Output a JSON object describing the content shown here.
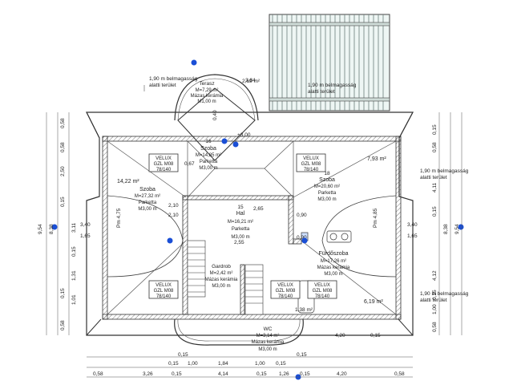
{
  "notes": {
    "top_left": [
      "1,90 m belmagasság",
      "alatti terület"
    ],
    "top_right": [
      "1,90 m belmagasság",
      "alatti terület"
    ],
    "right_mid": [
      "1,90 m belmagasság",
      "alatti terület"
    ],
    "right_low": [
      "1,90 m belmagasság",
      "alatti terület"
    ]
  },
  "rooms": {
    "terrace": {
      "name": "Terasz",
      "area": "M=7,29 m²",
      "finish": "Mázas kerámia",
      "height": "M1,00 m"
    },
    "room_16": {
      "num": "16",
      "name": "Szoba",
      "area": "M=14,85 m²",
      "finish": "Parketta",
      "height": "M3,00 m"
    },
    "room_left": {
      "name": "Szoba",
      "area": "M=27,32 m²",
      "finish": "Parketta",
      "height": "M3,00 m"
    },
    "room_right": {
      "num": "18",
      "name": "Szoba",
      "area": "M=20,60 m²",
      "finish": "Parketta",
      "height": "M3,00 m"
    },
    "hall": {
      "num": "15",
      "name": "Hal",
      "area": "M=16,21 m²",
      "finish": "Parketta",
      "height": "M3,00 m"
    },
    "bath": {
      "name": "Fürdőszoba",
      "area": "M=17,26 m²",
      "finish": "Mázas kerámia",
      "height": "M3,00 m"
    },
    "wardrobe": {
      "name": "Gardrob",
      "area": "M=2,42 m²",
      "finish": "Mázas kerámia",
      "height": "M3,00 m"
    },
    "wc": {
      "name": "WC",
      "area": "M=3,14 m²",
      "finish": "Mázas kerámia",
      "height": "M3,00 m"
    }
  },
  "area_tags": {
    "left": "14,22 m²",
    "right": "7,93 m²",
    "bottom_right": "6,19 m²",
    "bath_small": "1,38 m²",
    "top_mid": "2,69 m²"
  },
  "windows": [
    {
      "l1": "VELUX",
      "l2": "GZL M08",
      "l3": "78/140"
    },
    {
      "l1": "VELUX",
      "l2": "GZL M08",
      "l3": "78/140"
    },
    {
      "l1": "VELUX",
      "l2": "GZL M08",
      "l3": "78/140"
    },
    {
      "l1": "VELUX",
      "l2": "GZL M08",
      "l3": "78/140"
    },
    {
      "l1": "VELUX",
      "l2": "GZL M08",
      "l3": "78/140"
    }
  ],
  "labels": {
    "pm_left": "Pm 4,75",
    "pm_right": "Pm 4,85",
    "lvl_plus": "+3,00",
    "lvl_top": "3,84",
    "dim_340_l": "3,40",
    "dim_165_l": "1,65",
    "dim_340_r": "3,40",
    "dim_165_r": "1,65",
    "dim_255": "2,55",
    "dim_210a": "2,10",
    "dim_210b": "2,10",
    "dim_090a": "0,90",
    "dim_090b": "0,90",
    "dim_067": "0,67",
    "dim_040": "0,40",
    "dim_265": "2,65"
  },
  "left_dims": [
    "0,58",
    "0,58",
    "2,50",
    "0,15",
    "3,11",
    "0,15",
    "1,31",
    "1,01",
    "0,15",
    "0,58"
  ],
  "left_totals": [
    "9,54",
    "8,38"
  ],
  "right_dims": [
    "0,58",
    "0,15",
    "4,11",
    "0,15",
    "4,12",
    "0,15",
    "1,00",
    "0,58"
  ],
  "right_totals": [
    "9,54",
    "8,38"
  ],
  "bottom_dims": [
    "0,58",
    "3,26",
    "0,15",
    "4,14",
    "0,15",
    "1,26",
    "0,15",
    "4,20",
    "0,58"
  ],
  "bottom_row2": [
    "0,15",
    "1,00",
    "1,84",
    "1,00",
    "0,15"
  ],
  "bottom_row3": [
    "4,20",
    "0,15"
  ],
  "bottom_row1": [
    "0,15",
    "0,15"
  ]
}
